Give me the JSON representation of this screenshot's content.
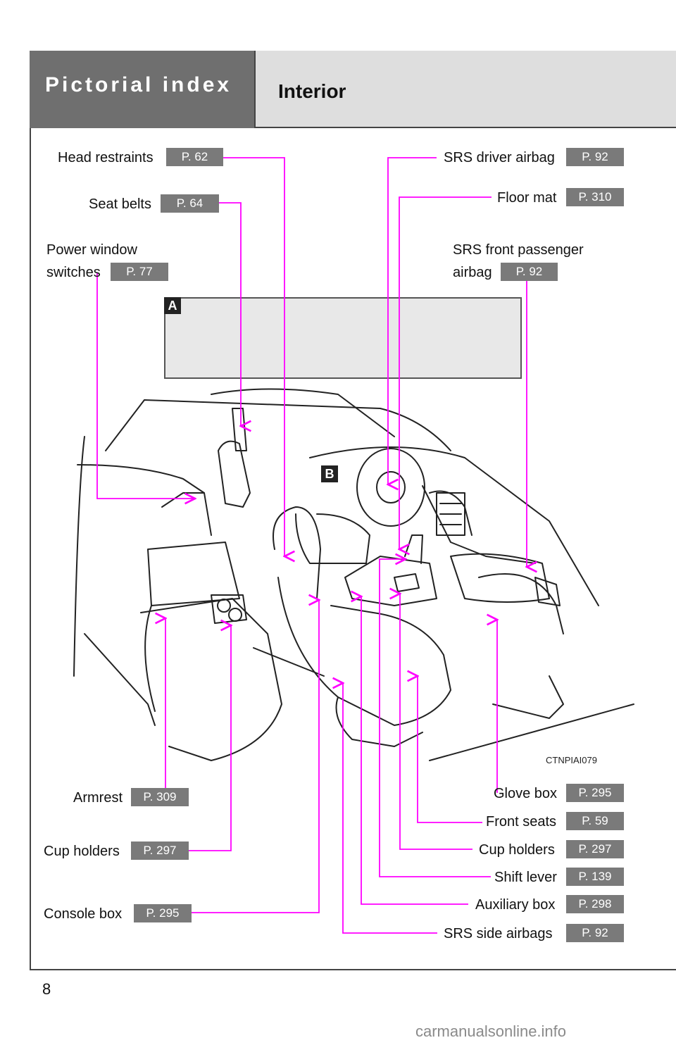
{
  "header": {
    "title": "Pictorial index",
    "section": "Interior"
  },
  "page_number": "8",
  "watermark": "carmanualsonline.info",
  "illustration_code": "CTNPIAI079",
  "markers": {
    "a": "A",
    "b": "B"
  },
  "colors": {
    "leader_line": "#ff00ff",
    "badge": "#7a7a7a",
    "header_dark": "#6f6f6f",
    "header_light": "#dedede"
  },
  "callouts": {
    "head_restraints": {
      "label": "Head restraints",
      "page": "P. 62"
    },
    "seat_belts": {
      "label": "Seat belts",
      "page": "P. 64"
    },
    "power_window": {
      "label1": "Power window",
      "label2": "switches",
      "page": "P. 77"
    },
    "srs_driver_airbag": {
      "label": "SRS driver airbag",
      "page": "P. 92"
    },
    "floor_mat": {
      "label": "Floor mat",
      "page": "P. 310"
    },
    "srs_front_passenger": {
      "label1": "SRS front passenger",
      "label2": "airbag",
      "page": "P. 92"
    },
    "armrest": {
      "label": "Armrest",
      "page": "P. 309"
    },
    "cup_holders_rear": {
      "label": "Cup holders",
      "page": "P. 297"
    },
    "console_box": {
      "label": "Console box",
      "page": "P. 295"
    },
    "glove_box": {
      "label": "Glove box",
      "page": "P. 295"
    },
    "front_seats": {
      "label": "Front seats",
      "page": "P. 59"
    },
    "cup_holders_front": {
      "label": "Cup holders",
      "page": "P. 297"
    },
    "shift_lever": {
      "label": "Shift lever",
      "page": "P. 139"
    },
    "auxiliary_box": {
      "label": "Auxiliary box",
      "page": "P. 298"
    },
    "srs_side_airbags": {
      "label": "SRS side airbags",
      "page": "P. 92"
    }
  }
}
